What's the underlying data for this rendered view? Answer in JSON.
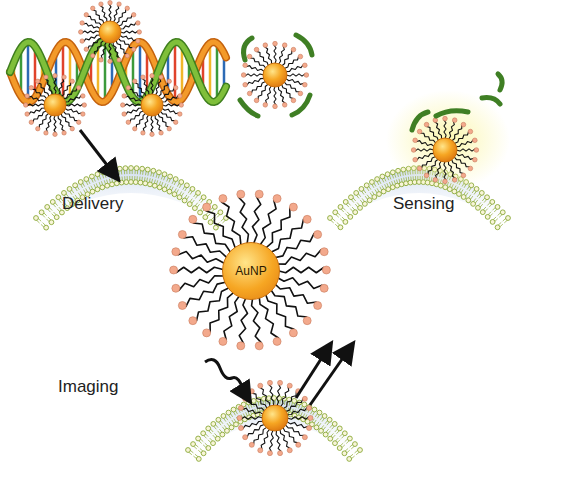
{
  "diagram": {
    "nodes": [
      {
        "text": [
          "AuNP"
        ]
      }
    ],
    "labels": [
      "Delivery",
      "Sensing",
      "Imaging"
    ]
  }
}
